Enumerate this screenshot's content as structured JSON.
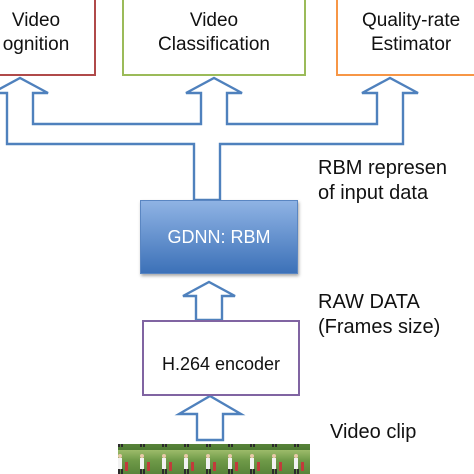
{
  "boxes": {
    "video_recognition": {
      "text": "Video\nognition",
      "border": "#b04a4a"
    },
    "video_classification": {
      "text": "Video\nClassification",
      "border": "#9bbb59"
    },
    "quality_estimator": {
      "text": "Quality-rate\nEstimator",
      "border": "#f79646"
    },
    "gdnn_rbm": {
      "text": "GDNN: RBM"
    },
    "h264_encoder": {
      "text": "H.264 encoder",
      "border": "#8064a2"
    }
  },
  "labels": {
    "rbm_representation": "RBM represen\nof input data",
    "raw_data": "RAW DATA\n(Frames size)",
    "video_clip": "Video clip"
  },
  "colors": {
    "arrow": "#4f81bd",
    "rbm_top": "#8fb3e4",
    "rbm_bottom": "#3c71b8"
  }
}
